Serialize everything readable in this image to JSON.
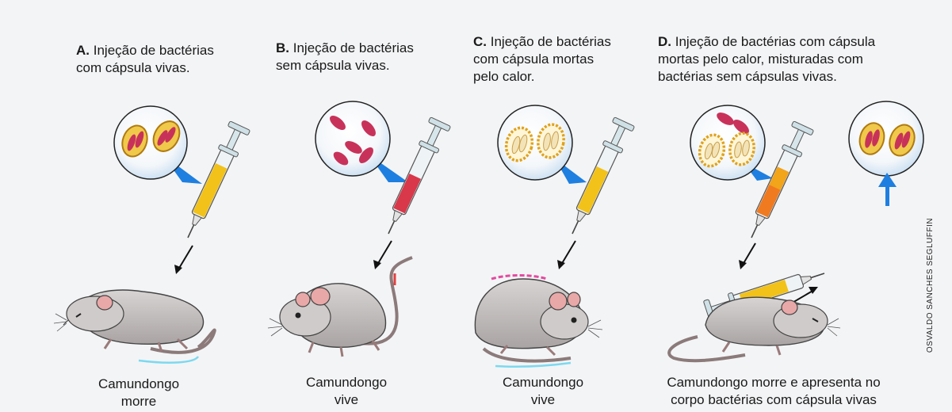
{
  "panels": [
    {
      "letter": "A.",
      "lines": [
        "Injeção de bactérias",
        "com cápsula vivas."
      ],
      "caption": [
        "Camundongo",
        "morre"
      ]
    },
    {
      "letter": "B.",
      "lines": [
        "Injeção de bactérias",
        "sem cápsula vivas."
      ],
      "caption": [
        "Camundongo",
        "vive"
      ]
    },
    {
      "letter": "C.",
      "lines": [
        "Injeção de bactérias",
        "com cápsula mortas",
        "pelo calor."
      ],
      "caption": [
        "Camundongo",
        "vive"
      ]
    },
    {
      "letter": "D.",
      "lines": [
        "Injeção de bactérias com cápsula",
        "mortas pelo calor, misturadas com",
        "bactérias sem cápsulas vivas."
      ],
      "caption": [
        "Camundongo morre e apresenta no",
        "corpo bactérias com cápsula vivas"
      ]
    }
  ],
  "credit": "OSVALDO SANCHES SEGLUFFIN",
  "colors": {
    "background": "#f3f4f6",
    "syringe_yellow": "#f2c21a",
    "syringe_red": "#d8384a",
    "syringe_orange": "#f07a20",
    "bacteria_pink": "#c8325a",
    "capsule_gold": "#e0a21c",
    "arrow_blue": "#1e7fe0",
    "mouse_gray": "#b9b5b4"
  }
}
